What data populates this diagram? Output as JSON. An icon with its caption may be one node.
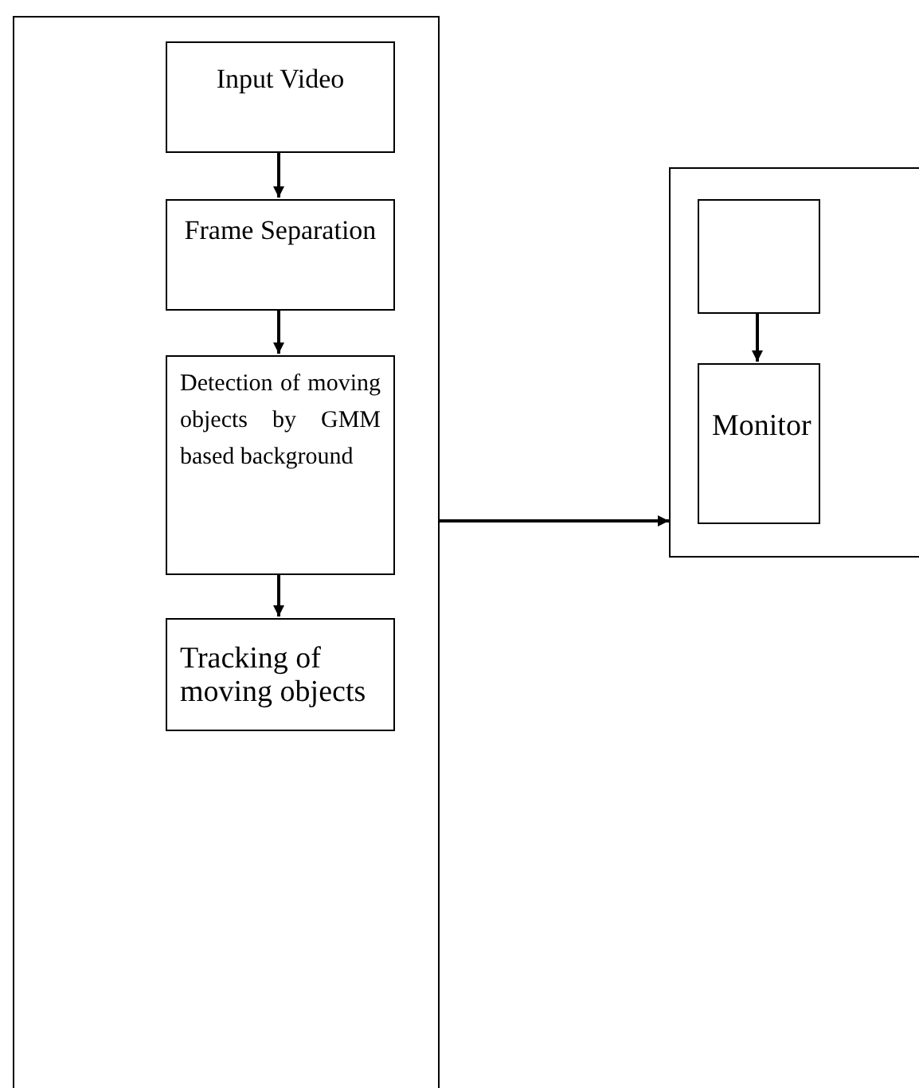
{
  "diagram": {
    "nodes": [
      {
        "text": [],
        "shape": "box"
      },
      {
        "text": [
          "Input Video"
        ],
        "in": 0
      },
      {
        "text": [
          "Frame Separation"
        ],
        "in": 0
      },
      {
        "text": [
          "Detection of moving objects by GMM based background"
        ],
        "in": 0
      },
      {
        "text": [
          "Tracking of moving objects"
        ],
        "in": 0
      },
      {
        "text": [],
        "shape": "box"
      },
      {
        "text": [],
        "in": 5,
        "shape": "box"
      },
      {
        "text": [
          "Monitor"
        ],
        "in": 5
      }
    ],
    "edges": [
      {
        "from": 1,
        "to": 2,
        "arrow": "to"
      },
      {
        "from": 2,
        "to": 3,
        "arrow": "to"
      },
      {
        "from": 3,
        "to": 4,
        "arrow": "to"
      },
      {
        "from": 0,
        "to": 5,
        "arrow": "to"
      },
      {
        "from": 6,
        "to": 7,
        "arrow": "to"
      }
    ]
  }
}
